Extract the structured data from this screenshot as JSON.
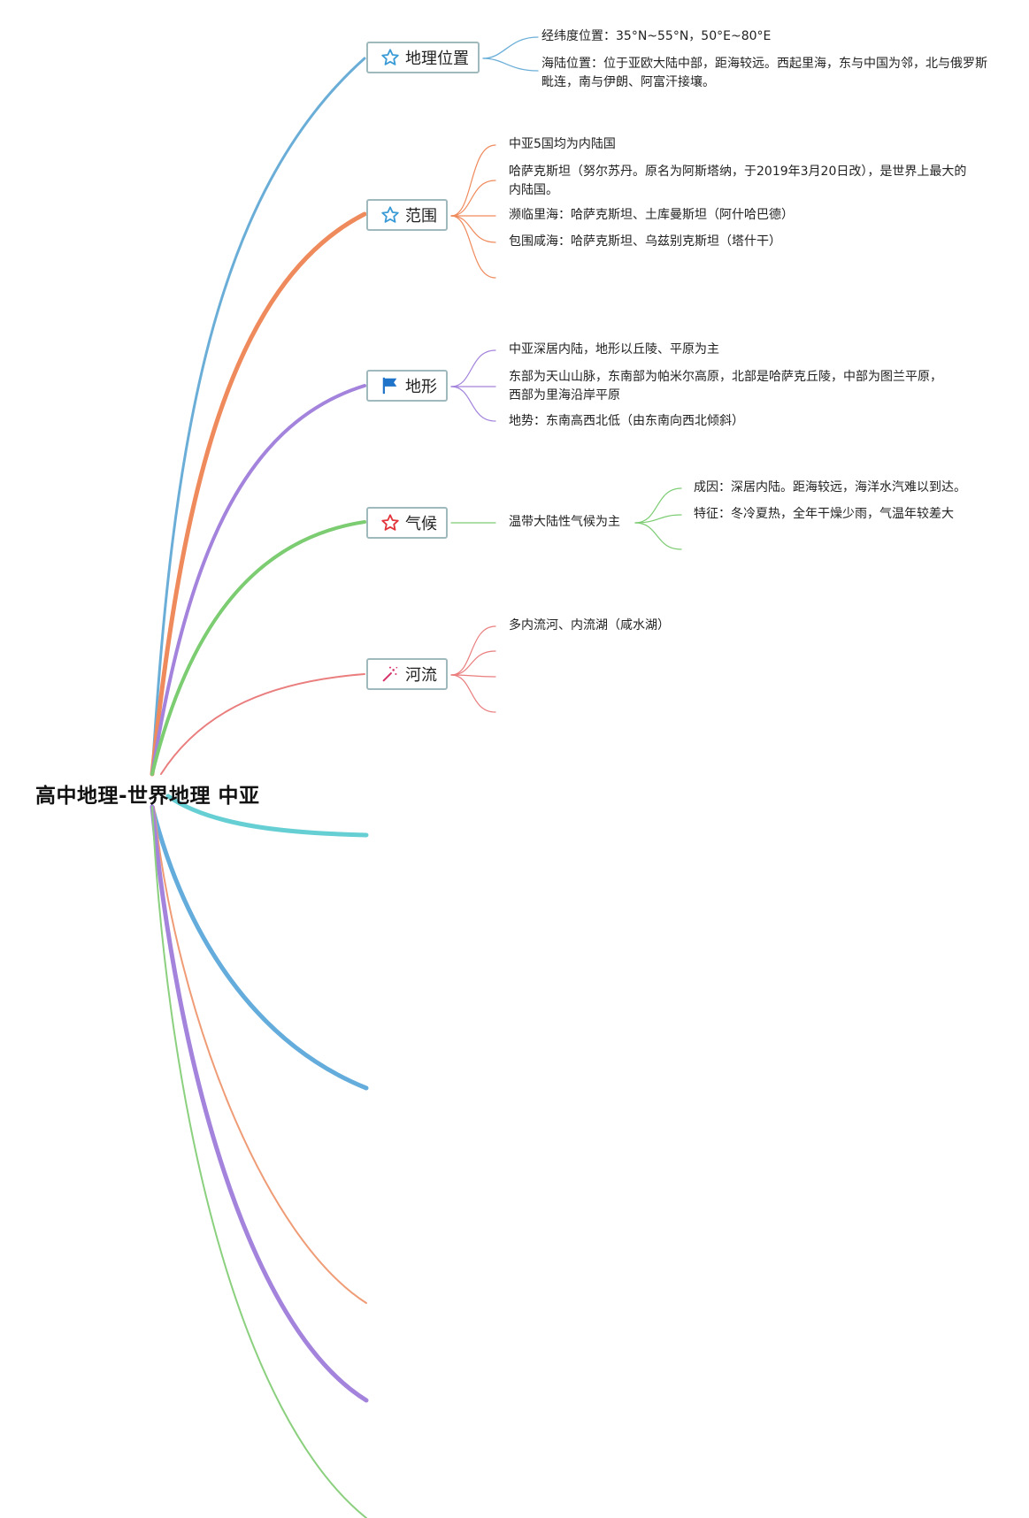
{
  "root": {
    "title": "高中地理-世界地理 中亚"
  },
  "colors": {
    "location": "#6aaed8",
    "range": "#ef8a5c",
    "terrain": "#a383dc",
    "climate": "#7ccc72",
    "river": "#ea7e7e",
    "cyan": "#66cfd4",
    "blue": "#64acdc",
    "orange": "#ef9c76",
    "purple": "#a383dc",
    "green": "#8bd07e",
    "node_border": "#9fb9bd"
  },
  "topics": {
    "location": {
      "label": "地理位置",
      "icon": "star-outline-blue-icon",
      "items": [
        "经纬度位置：35°N~55°N，50°E~80°E",
        "海陆位置：位于亚欧大陆中部，距海较远。西起里海，东与中国为邻，北与俄罗斯毗连，南与伊朗、阿富汗接壤。"
      ]
    },
    "range": {
      "label": "范围",
      "icon": "star-outline-blue-icon",
      "items": [
        "中亚5国均为内陆国",
        "哈萨克斯坦（努尔苏丹。原名为阿斯塔纳，于2019年3月20日改），是世界上最大的内陆国。",
        "濒临里海：哈萨克斯坦、土库曼斯坦（阿什哈巴德）",
        "包围咸海：哈萨克斯坦、乌兹别克斯坦（塔什干）"
      ]
    },
    "terrain": {
      "label": "地形",
      "icon": "blue-flag-icon",
      "items": [
        "中亚深居内陆，地形以丘陵、平原为主",
        "东部为天山山脉，东南部为帕米尔高原，北部是哈萨克丘陵，中部为图兰平原，西部为里海沿岸平原",
        "地势：东南高西北低（由东南向西北倾斜）"
      ]
    },
    "climate": {
      "label": "气候",
      "icon": "star-outline-red-icon",
      "summary": "温带大陆性气候为主",
      "items": [
        "成因：深居内陆。距海较远，海洋水汽难以到达。",
        "特征：冬冷夏热，全年干燥少雨，气温年较差大"
      ]
    },
    "river": {
      "label": "河流",
      "icon": "magic-wand-icon",
      "items": [
        "多内流河、内流湖（咸水湖）"
      ]
    }
  }
}
